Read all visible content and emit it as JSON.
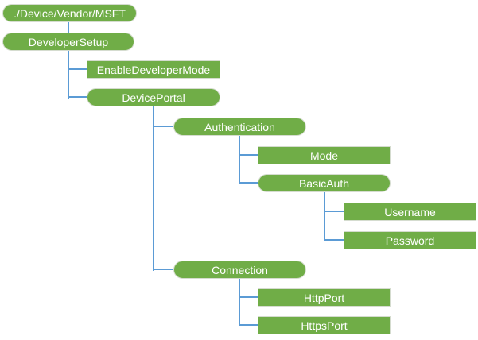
{
  "colors": {
    "background": "#ffffff",
    "node_fill": "#70AD47",
    "node_border": "#d5dccf",
    "connector": "#5B9BD5",
    "text": "#ffffff"
  },
  "diagram_type": "hierarchy-tree",
  "nodes": [
    {
      "id": "root",
      "label": "./Device/Vendor/MSFT",
      "shape": "pill",
      "parent": null
    },
    {
      "id": "developer-setup",
      "label": "DeveloperSetup",
      "shape": "pill",
      "parent": "root"
    },
    {
      "id": "enable-developer-mode",
      "label": "EnableDeveloperMode",
      "shape": "rect",
      "parent": "developer-setup"
    },
    {
      "id": "device-portal",
      "label": "DevicePortal",
      "shape": "pill",
      "parent": "developer-setup"
    },
    {
      "id": "authentication",
      "label": "Authentication",
      "shape": "pill",
      "parent": "device-portal"
    },
    {
      "id": "mode",
      "label": "Mode",
      "shape": "rect",
      "parent": "authentication"
    },
    {
      "id": "basic-auth",
      "label": "BasicAuth",
      "shape": "pill",
      "parent": "authentication"
    },
    {
      "id": "username",
      "label": "Username",
      "shape": "rect",
      "parent": "basic-auth"
    },
    {
      "id": "password",
      "label": "Password",
      "shape": "rect",
      "parent": "basic-auth"
    },
    {
      "id": "connection",
      "label": "Connection",
      "shape": "pill",
      "parent": "device-portal"
    },
    {
      "id": "http-port",
      "label": "HttpPort",
      "shape": "rect",
      "parent": "connection"
    },
    {
      "id": "https-port",
      "label": "HttpsPort",
      "shape": "rect",
      "parent": "connection"
    }
  ]
}
